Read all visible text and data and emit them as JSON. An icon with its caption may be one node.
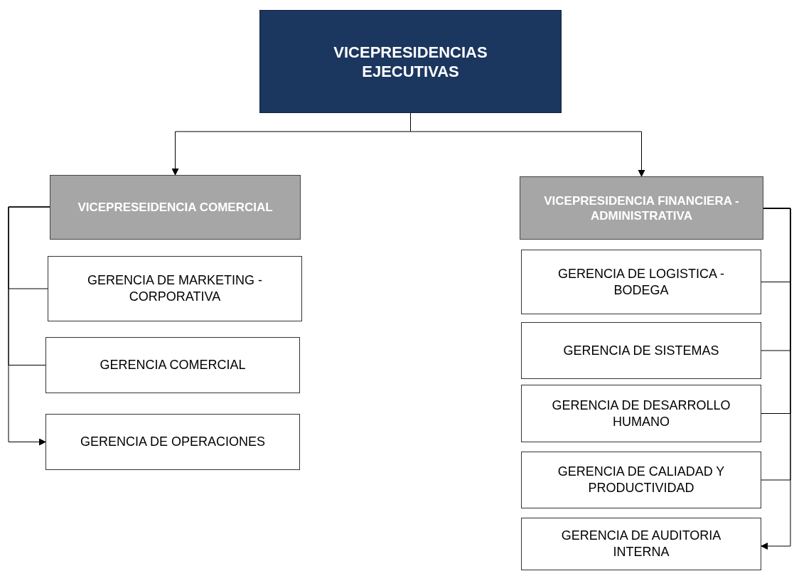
{
  "diagram": {
    "nodes": [
      {
        "text": [
          "VICEPRESIDENCIAS EJECUTIVAS"
        ]
      },
      {
        "text": [
          "VICEPRESEIDENCIA COMERCIAL"
        ]
      },
      {
        "text": [
          "VICEPRESIDENCIA FINANCIERA - ADMINISTRATIVA"
        ]
      },
      {
        "text": [
          "GERENCIA DE MARKETING - CORPORATIVA"
        ]
      },
      {
        "text": [
          "GERENCIA COMERCIAL"
        ]
      },
      {
        "text": [
          "GERENCIA DE OPERACIONES"
        ]
      },
      {
        "text": [
          "GERENCIA DE LOGISTICA - BODEGA"
        ]
      },
      {
        "text": [
          "GERENCIA DE SISTEMAS"
        ]
      },
      {
        "text": [
          "GERENCIA DE DESARROLLO HUMANO"
        ]
      },
      {
        "text": [
          "GERENCIA DE CALIADAD Y PRODUCTIVIDAD"
        ]
      },
      {
        "text": [
          "GERENCIA DE AUDITORIA INTERNA"
        ]
      }
    ],
    "edges": [
      {
        "from": 0,
        "to": 1,
        "arrow": "to"
      },
      {
        "from": 0,
        "to": 2,
        "arrow": "to"
      },
      {
        "from": 1,
        "to": 3,
        "arrow": "none"
      },
      {
        "from": 1,
        "to": 4,
        "arrow": "none"
      },
      {
        "from": 1,
        "to": 5,
        "arrow": "to"
      },
      {
        "from": 2,
        "to": 6,
        "arrow": "none"
      },
      {
        "from": 2,
        "to": 7,
        "arrow": "none"
      },
      {
        "from": 2,
        "to": 8,
        "arrow": "none"
      },
      {
        "from": 2,
        "to": 9,
        "arrow": "none"
      },
      {
        "from": 2,
        "to": 10,
        "arrow": "to"
      }
    ]
  }
}
